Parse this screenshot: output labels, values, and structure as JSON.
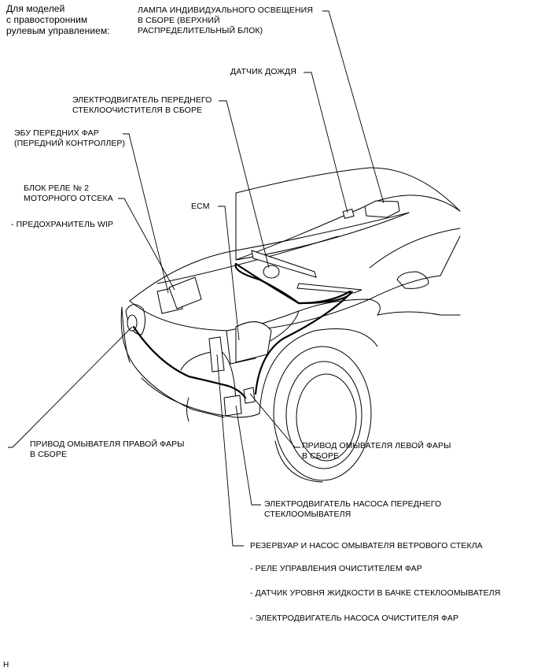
{
  "header": {
    "note": "Для моделей\nс правосторонним\nрулевым управлением:"
  },
  "labels": {
    "lamp": "ЛАМПА ИНДИВИДУАЛЬНОГО ОСВЕЩЕНИЯ\nВ СБОРЕ (ВЕРХНИЙ\nРАСПРЕДЕЛИТЕЛЬНЫЙ БЛОК)",
    "rain_sensor": "ДАТЧИК ДОЖДЯ",
    "wiper_motor": "ЭЛЕКТРОДВИГАТЕЛЬ ПЕРЕДНЕГО\nСТЕКЛООЧИСТИТЕЛЯ В СБОРЕ",
    "headlamp_ecu": "ЭБУ ПЕРЕДНИХ ФАР\n(ПЕРЕДНИЙ КОНТРОЛЛЕР)",
    "relay_block": "БЛОК РЕЛЕ № 2\nМОТОРНОГО ОТСЕКА",
    "fuse_wip": "- ПРЕДОХРАНИТЕЛЬ WIP",
    "ecm": "ECM",
    "right_washer": "ПРИВОД ОМЫВАТЕЛЯ ПРАВОЙ ФАРЫ\nВ СБОРЕ",
    "left_washer": "ПРИВОД ОМЫВАТЕЛЯ ЛЕВОЙ ФАРЫ\nВ СБОРЕ",
    "washer_pump_motor": "ЭЛЕКТРОДВИГАТЕЛЬ НАСОСА ПЕРЕДНЕГО\nСТЕКЛООМЫВАТЕЛЯ",
    "reservoir": "РЕЗЕРВУАР И НАСОС ОМЫВАТЕЛЯ ВЕТРОВОГО СТЕКЛА",
    "sub_relay": "- РЕЛЕ УПРАВЛЕНИЯ ОЧИСТИТЕЛЕМ ФАР",
    "sub_level": "- ДАТЧИК УРОВНЯ ЖИДКОСТИ В БАЧКЕ СТЕКЛООМЫВАТЕЛЯ",
    "sub_cleaner_motor": "- ЭЛЕКТРОДВИГАТЕЛЬ НАСОСА ОЧИСТИТЕЛЯ ФАР"
  },
  "footer": {
    "code": "H"
  }
}
